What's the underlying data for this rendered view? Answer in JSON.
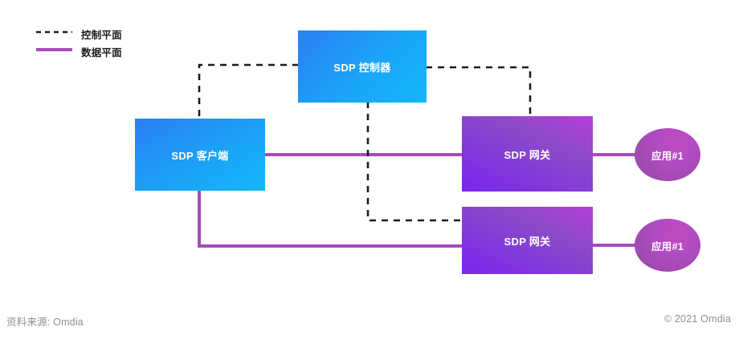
{
  "figure": {
    "legend": [
      {
        "label": "控制平面",
        "style": "dashed",
        "color": "#1b1b1b",
        "name": "control-plane"
      },
      {
        "label": "数据平面",
        "style": "solid",
        "color": "#a74bbd",
        "name": "data-plane"
      }
    ],
    "nodes": {
      "controller": {
        "label": "SDP 控制器",
        "shape": "rectangle",
        "color_start": "#2b7ef5",
        "color_end": "#12b6f9"
      },
      "client": {
        "label": "SDP 客户端",
        "shape": "rectangle",
        "color_start": "#2b7ef5",
        "color_end": "#14b7f8"
      },
      "gateway_1": {
        "label": "SDP 网关",
        "shape": "rectangle",
        "color_start": "#c23ae0",
        "color_end": "#7a25ef"
      },
      "gateway_2": {
        "label": "SDP 网关",
        "shape": "rectangle",
        "color_start": "#c23ae0",
        "color_end": "#7a25ef"
      },
      "app_1": {
        "label": "应用#1",
        "shape": "ellipse",
        "color_start": "#c24ac0",
        "color_end": "#93499f"
      },
      "app_2": {
        "label": "应用#1",
        "shape": "ellipse",
        "color_start": "#c24ac0",
        "color_end": "#93499f"
      }
    },
    "connections": [
      {
        "name": "controller-to-client",
        "plane": "control",
        "style": "dashed",
        "from": "controller",
        "to": "client"
      },
      {
        "name": "controller-to-gateway-1",
        "plane": "control",
        "style": "dashed",
        "from": "controller",
        "to": "gateway_1"
      },
      {
        "name": "controller-to-gateway-2",
        "plane": "control",
        "style": "dashed",
        "from": "controller",
        "to": "gateway_2"
      },
      {
        "name": "client-to-gateway-1",
        "plane": "data",
        "style": "solid",
        "from": "client",
        "to": "gateway_1"
      },
      {
        "name": "client-to-gateway-2",
        "plane": "data",
        "style": "solid",
        "from": "client",
        "to": "gateway_2"
      },
      {
        "name": "gateway-1-to-app-1",
        "plane": "data",
        "style": "solid",
        "from": "gateway_1",
        "to": "app_1"
      },
      {
        "name": "gateway-2-to-app-2",
        "plane": "data",
        "style": "solid",
        "from": "gateway_2",
        "to": "app_2"
      }
    ],
    "footer": {
      "source": "资料来源: Omdia",
      "copyright": "© 2021 Omdia"
    },
    "colors": {
      "data_plane_line": "#a74bbd",
      "control_plane_line": "#1b1b1b",
      "background": "#ffffff",
      "footer_text": "#8a8f94"
    }
  }
}
